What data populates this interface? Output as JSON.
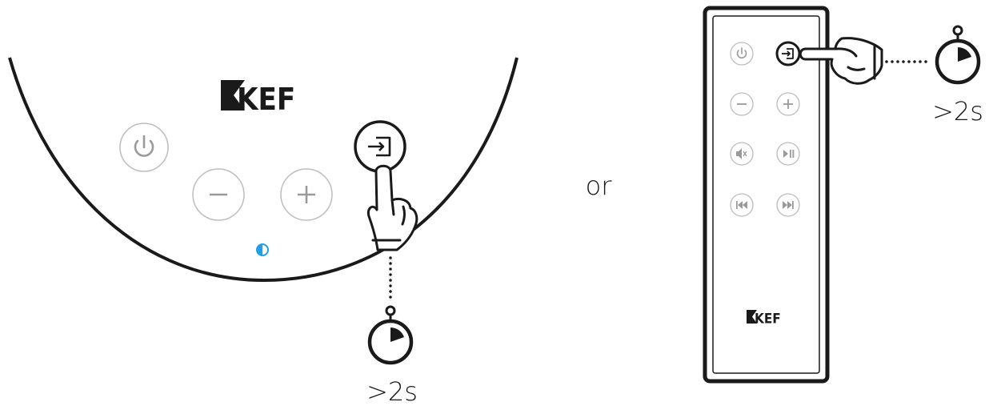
{
  "speaker_panel": {
    "brand": "KEF",
    "hold_duration": ">2s",
    "buttons": {
      "power": {
        "icon": "power-icon"
      },
      "volume_down": {
        "icon": "minus-icon"
      },
      "volume_up": {
        "icon": "plus-icon"
      },
      "source": {
        "icon": "source-input-icon",
        "highlighted": true
      }
    },
    "status_led": {
      "color": "#1f9fe6",
      "icon": "half-circle-led-icon"
    }
  },
  "separator": "or",
  "remote": {
    "brand": "KEF",
    "hold_duration": ">2s",
    "buttons": [
      {
        "icon": "power-icon"
      },
      {
        "icon": "source-input-icon",
        "highlighted": true
      },
      {
        "icon": "minus-icon"
      },
      {
        "icon": "plus-icon"
      },
      {
        "icon": "mute-icon"
      },
      {
        "icon": "play-pause-icon"
      },
      {
        "icon": "previous-track-icon"
      },
      {
        "icon": "next-track-icon"
      }
    ]
  },
  "colors": {
    "line": "#1a1a1a",
    "button_outline": "#bdbdbd",
    "button_glyph": "#9a9a9a",
    "led": "#1f9fe6"
  }
}
